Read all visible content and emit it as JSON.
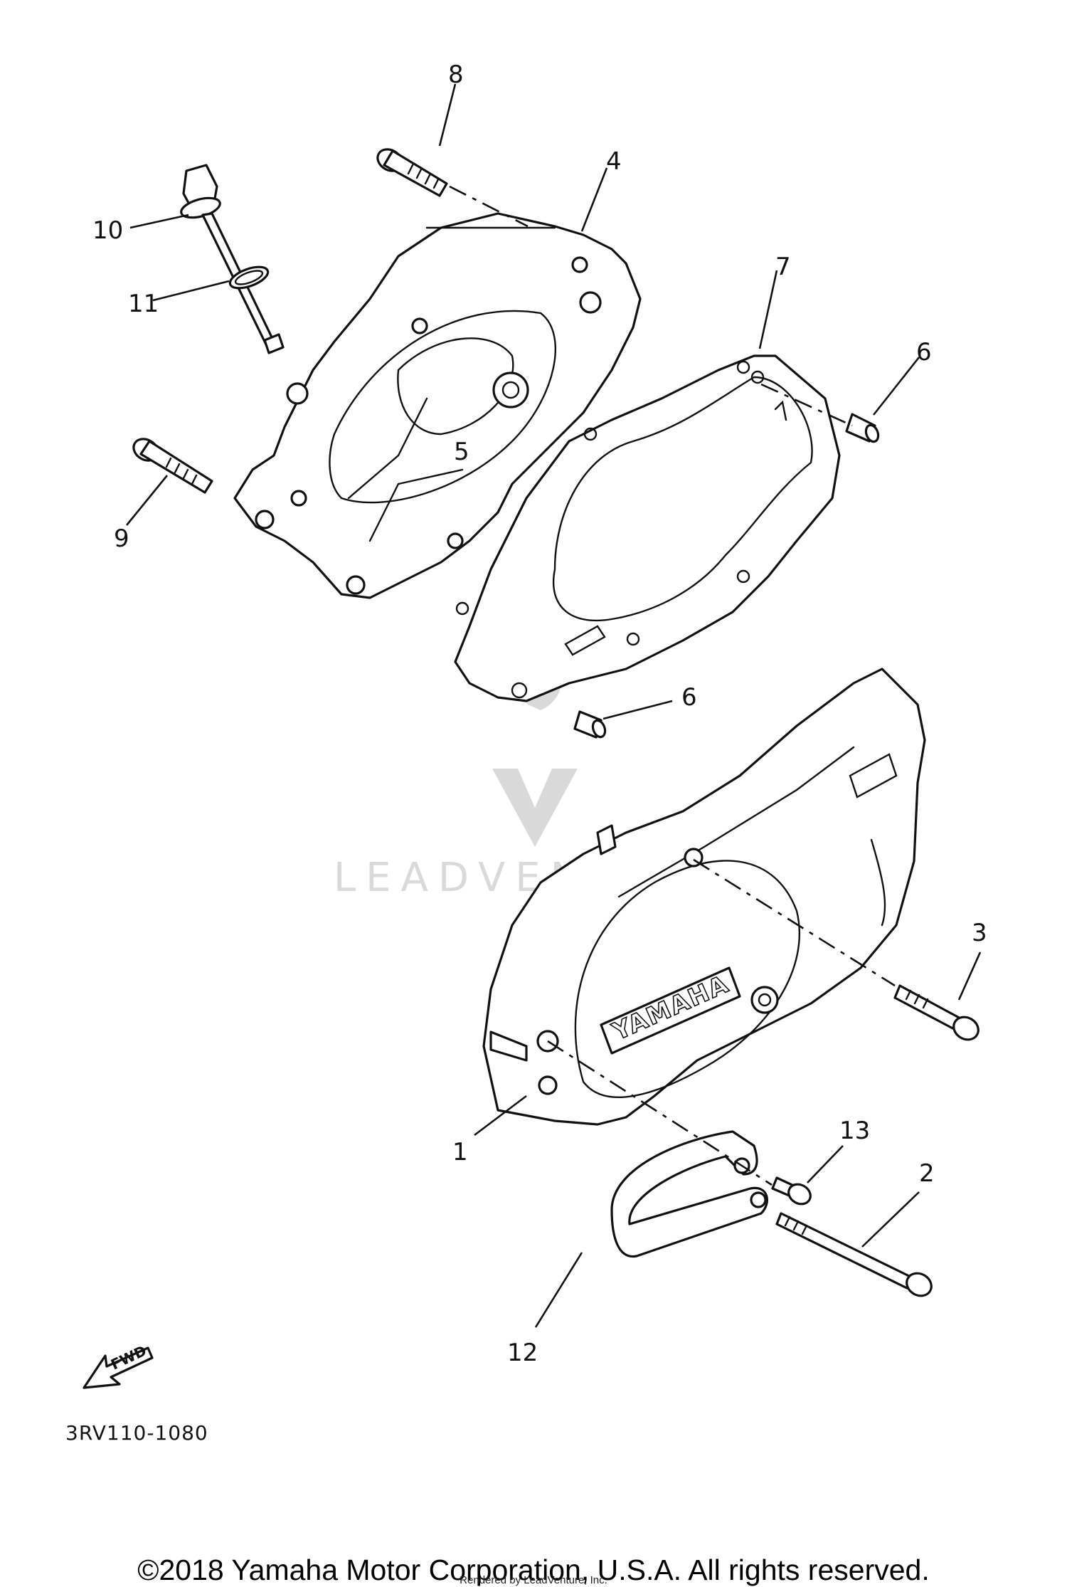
{
  "diagram": {
    "code": "3RV110-1080",
    "copyright": "©2018 Yamaha Motor Corporation, U.S.A. All rights reserved.",
    "rendered_by": "Rendered by LeadVenture, Inc.",
    "watermark": "LEADVENTURE",
    "fwd_label": "FWD",
    "brand_label": "YAMAHA",
    "callouts": {
      "c1": "1",
      "c2": "2",
      "c3": "3",
      "c4": "4",
      "c5": "5",
      "c6a": "6",
      "c6b": "6",
      "c7": "7",
      "c8": "8",
      "c9": "9",
      "c10": "10",
      "c11": "11",
      "c12": "12",
      "c13": "13"
    }
  }
}
